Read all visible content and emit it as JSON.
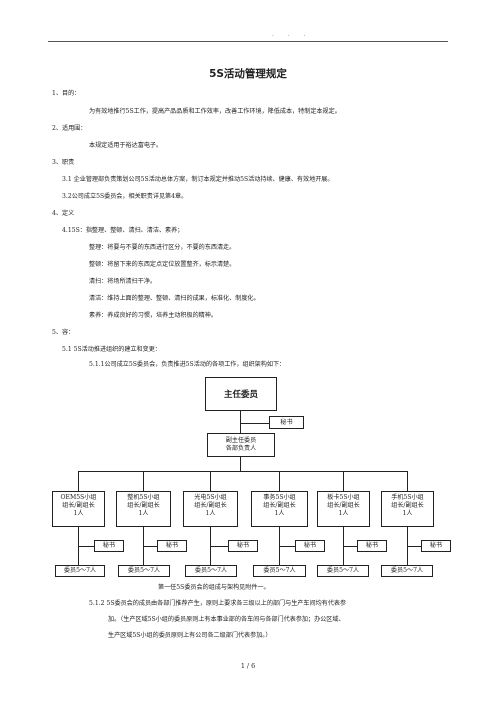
{
  "header": {
    "dots": ". . ."
  },
  "title": "5S活动管理规定",
  "lines": [
    "1、目的：",
    "为有效地推行5S工作，提高产品品质和工作效率，改善工作环境，降低成本，特制定本规定。",
    "2、适用围：",
    "本规定适用于裕达富电子。",
    "3、职责",
    "3.1 企业管理部负责策划公司5S活动总体方案，制订本规定并推动5S活动持续、健康、有效地开展。",
    "3.2公司成立5S委员会，相关职责详见第4章。",
    "4、定义",
    "4.15S：指整理、整顿、清扫、清洁、素养；",
    "整理：将要与不要的东西进行区分，不要的东西清走。",
    "整顿：将留下来的东西定点定位放置整齐，标示清楚。",
    "清扫：将场所清扫干净。",
    "清洁：维持上面的整理、整顿、清扫的成果，标准化、制度化。",
    "素养：养成良好的习惯，培养主动积极的精神。",
    "5、容：",
    "5.1 5S活动推进组织的建立和变更：",
    "5.1.1公司成立5S委员会，负责推进5S活动的各项工作，组织架构如下："
  ],
  "org": {
    "director": "主任委员",
    "secretary_top": "秘书",
    "deputy_line1": "副主任委员",
    "deputy_line2": "各部负责人",
    "groups": [
      {
        "name": "OEM5S小组",
        "role": "组长/副组长",
        "count": "1人"
      },
      {
        "name": "整机5S小组",
        "role": "组长/副组长",
        "count": "1人"
      },
      {
        "name": "光电5S小组",
        "role": "组长/副组长",
        "count": "1人"
      },
      {
        "name": "事务5S小组",
        "role": "组长/副组长",
        "count": "1人"
      },
      {
        "name": "板卡5S小组",
        "role": "组长/副组长",
        "count": "1人"
      },
      {
        "name": "手机5S小组",
        "role": "组长/副组长",
        "count": "1人"
      }
    ],
    "group_secretary": "秘书",
    "members": "委员5～7人"
  },
  "caption": "第一任5S委员会的组成与架构见附件一。",
  "para_5_1_2": [
    "5.1.2 5S委员会的成员由各部门推荐产生，原则上要求各三级以上的部门与生产车间均有代表参",
    "加。（生产区域5S小组的委员原则上有本事业部的各车间与各部门代表参加；办公区域、",
    "生产区域5S小组的委员原则上有公司各二级部门代表参加。）"
  ],
  "footer": "1 / 6"
}
